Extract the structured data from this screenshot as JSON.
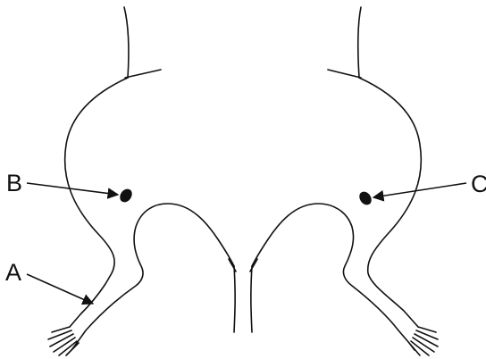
{
  "labels": {
    "a": "A",
    "b": "B",
    "c": "C"
  },
  "colors": {
    "line": "#111111",
    "background": "#ffffff"
  }
}
